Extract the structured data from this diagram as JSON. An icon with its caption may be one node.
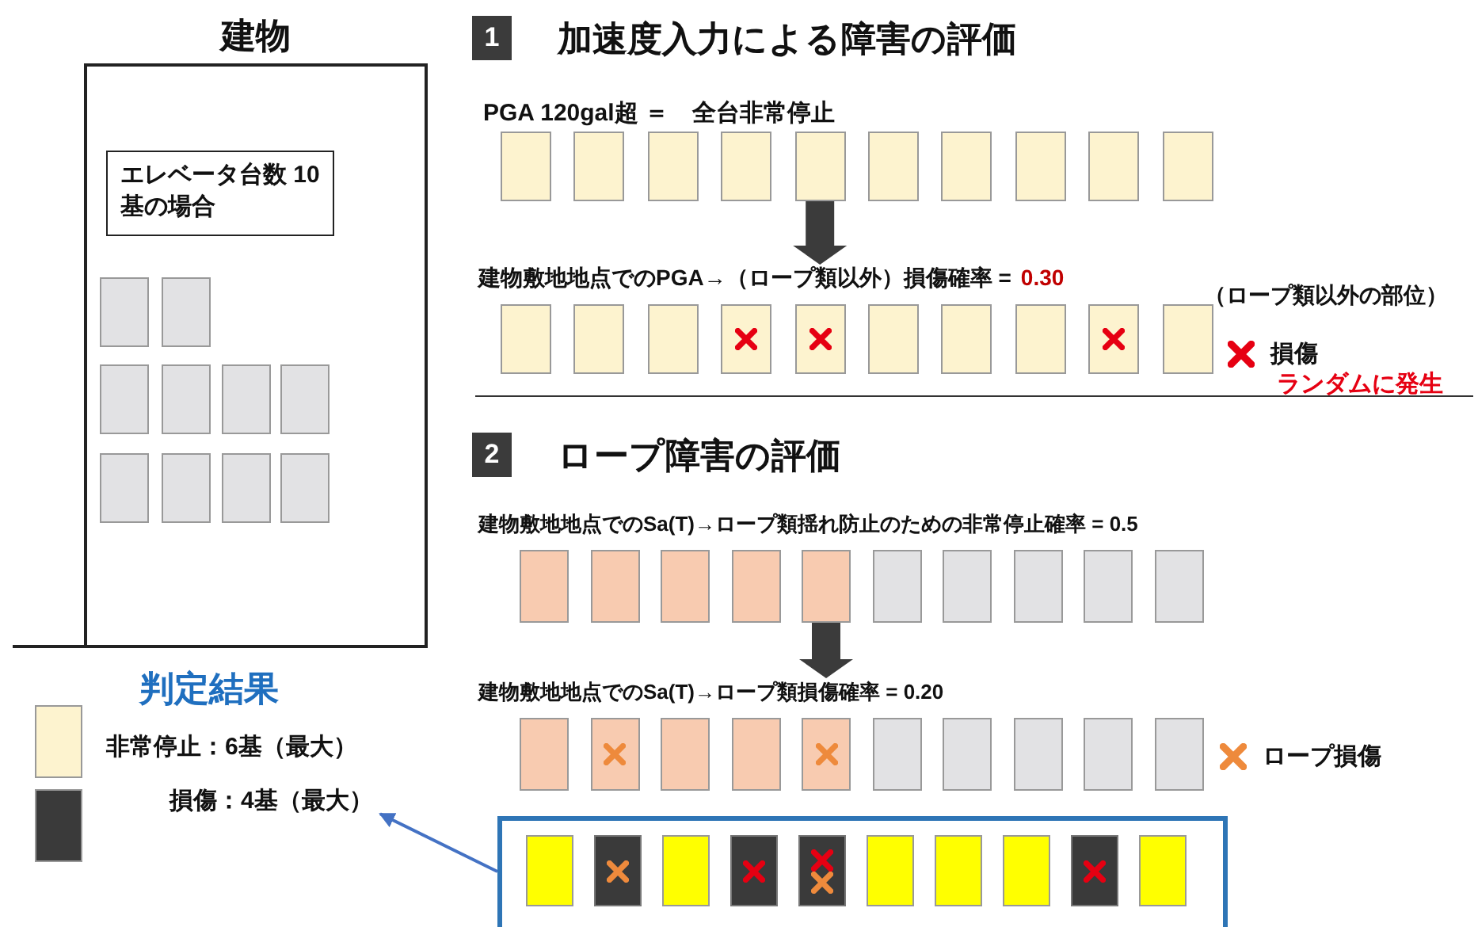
{
  "diagram": {
    "nodes": [
      {
        "text": [
          "建物"
        ]
      },
      {
        "text": [
          "エレベータ台数 10基の場合"
        ],
        "in": 0
      },
      {
        "text": [
          "判定結果"
        ]
      },
      {
        "text": [],
        "shape": "box"
      },
      {
        "text": [
          "1"
        ],
        "beside": [
          "加速度入力による障害の評価"
        ]
      },
      {
        "text": [
          "2"
        ],
        "beside": [
          "ロープ障害の評価"
        ]
      },
      {
        "text": [],
        "shape": "box",
        "in": 0
      },
      {
        "text": [],
        "shape": "box",
        "in": 0
      },
      {
        "text": [],
        "shape": "box",
        "in": 0
      },
      {
        "text": [],
        "shape": "box",
        "in": 0
      },
      {
        "text": [],
        "shape": "box",
        "in": 0
      },
      {
        "text": [],
        "shape": "box",
        "in": 0
      },
      {
        "text": [],
        "shape": "box",
        "in": 0
      },
      {
        "text": [],
        "shape": "box",
        "in": 0
      },
      {
        "text": [],
        "shape": "box",
        "in": 0
      },
      {
        "text": [],
        "shape": "box",
        "in": 0
      },
      {
        "text": [],
        "shape": "box"
      },
      {
        "text": [],
        "shape": "box"
      },
      {
        "text": [],
        "shape": "box"
      },
      {
        "text": [],
        "shape": "box"
      },
      {
        "text": [],
        "shape": "box"
      },
      {
        "text": [],
        "shape": "box"
      },
      {
        "text": [],
        "shape": "box"
      },
      {
        "text": [],
        "shape": "box"
      },
      {
        "text": [],
        "shape": "box"
      },
      {
        "text": [],
        "shape": "box"
      },
      {
        "text": [],
        "shape": "box"
      },
      {
        "text": [],
        "shape": "box"
      },
      {
        "text": [],
        "shape": "box"
      },
      {
        "text": [],
        "shape": "box"
      },
      {
        "text": [],
        "shape": "box"
      },
      {
        "text": [],
        "shape": "box"
      },
      {
        "text": [],
        "shape": "box"
      },
      {
        "text": [],
        "shape": "box"
      },
      {
        "text": [],
        "shape": "box"
      },
      {
        "text": [],
        "shape": "box"
      },
      {
        "text": [],
        "shape": "box"
      },
      {
        "text": [],
        "shape": "box"
      },
      {
        "text": [],
        "shape": "box"
      },
      {
        "text": [],
        "shape": "box"
      },
      {
        "text": [],
        "shape": "box"
      },
      {
        "text": [],
        "shape": "box"
      },
      {
        "text": [],
        "shape": "box"
      },
      {
        "text": [],
        "shape": "box"
      },
      {
        "text": [],
        "shape": "box"
      },
      {
        "text": [],
        "shape": "box"
      },
      {
        "text": [],
        "shape": "box"
      },
      {
        "text": [],
        "shape": "box"
      },
      {
        "text": [],
        "shape": "box"
      },
      {
        "text": [],
        "shape": "box"
      },
      {
        "text": [],
        "shape": "box"
      },
      {
        "text": [],
        "shape": "box"
      },
      {
        "text": [],
        "shape": "box"
      },
      {
        "text": [],
        "shape": "box"
      },
      {
        "text": [],
        "shape": "box"
      },
      {
        "text": [],
        "shape": "box"
      },
      {
        "text": [],
        "shape": "box",
        "in": 3
      },
      {
        "text": [],
        "shape": "box",
        "in": 3
      },
      {
        "text": [],
        "shape": "box",
        "in": 3
      },
      {
        "text": [],
        "shape": "box",
        "in": 3
      },
      {
        "text": [],
        "shape": "box",
        "in": 3
      },
      {
        "text": [],
        "shape": "box",
        "in": 3
      },
      {
        "text": [],
        "shape": "box",
        "in": 3
      },
      {
        "text": [],
        "shape": "box",
        "in": 3
      },
      {
        "text": [],
        "shape": "box",
        "in": 3
      },
      {
        "text": [],
        "shape": "box",
        "in": 3
      },
      {
        "text": [
          "建物敷地地点でのPGA→（ロープ類以外）損傷確率 =",
          "0.30"
        ]
      },
      {
        "text": [
          "建物敷地地点でのSa(T)→ロープ類損傷確率 = 0.20"
        ]
      }
    ],
    "edges": [
      {
        "from": 3,
        "to": 2,
        "arrow": "to",
        "color": "#4472c4"
      },
      {
        "from": 20,
        "to": 66,
        "arrow": "to"
      },
      {
        "from": 40,
        "to": 67,
        "arrow": "to"
      }
    ],
    "labels": [
      "PGA 120gal超 ＝　全台非常停止",
      "（ロープ類以外の部位）",
      "損傷",
      "ランダムに発生",
      "建物敷地地点でのSa(T)→ロープ類揺れ防止のための非常停止確率 = 0.5",
      "ロープ損傷"
    ],
    "legend": [
      {
        "text": "非常停止：6基（最大）",
        "color": "#fdf3cf"
      },
      {
        "text": "損傷：4基（最大）",
        "color": "#3a3a3a"
      }
    ]
  }
}
